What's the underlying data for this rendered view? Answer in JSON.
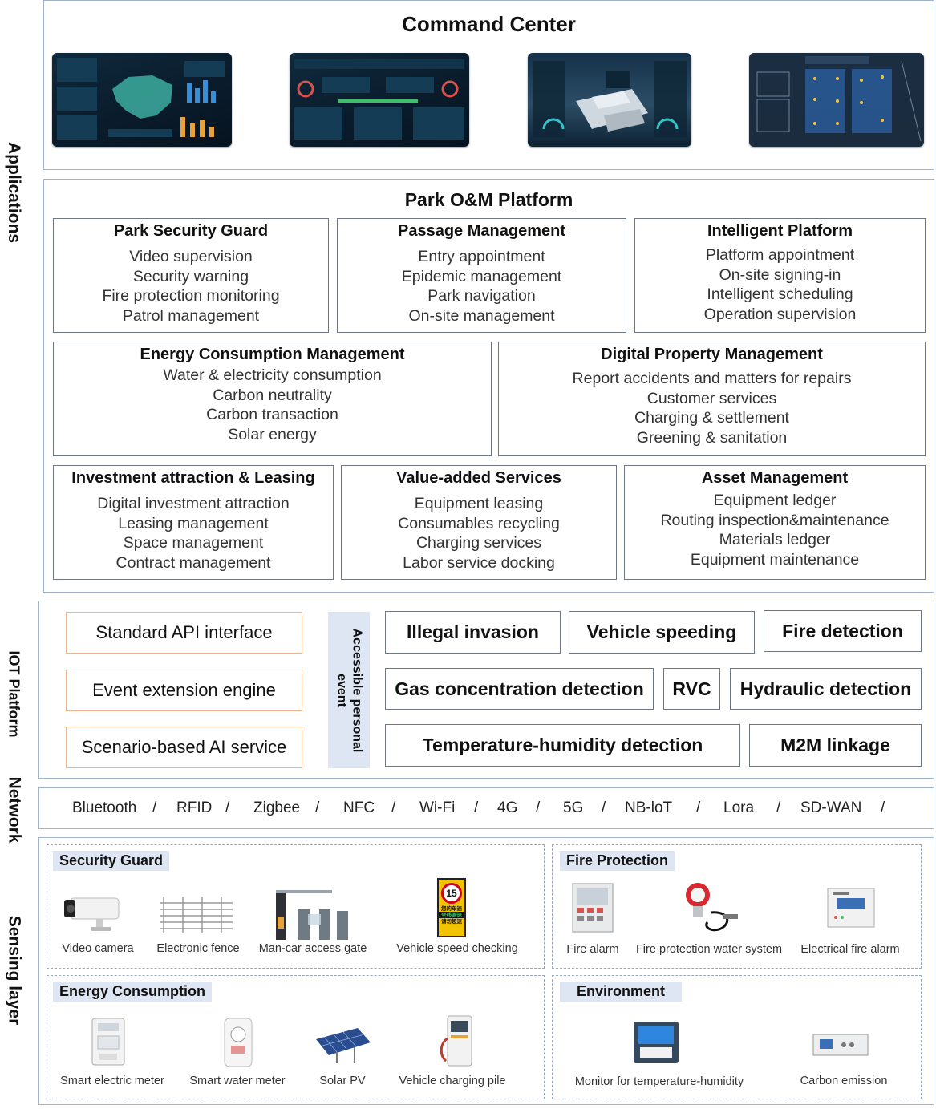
{
  "side_labels": {
    "applications": "Applications",
    "iot": "IOT Platform",
    "network": "Network",
    "sensing": "Sensing layer"
  },
  "command_center": {
    "title": "Command Center"
  },
  "om_platform": {
    "title": "Park O&M Platform",
    "modules": [
      {
        "title": "Park Security Guard",
        "items": [
          "Video supervision",
          "Security warning",
          "Fire protection monitoring",
          "Patrol management"
        ]
      },
      {
        "title": "Passage Management",
        "items": [
          "Entry appointment",
          "Epidemic management",
          "Park navigation",
          "On-site management"
        ]
      },
      {
        "title": "Intelligent Platform",
        "items": [
          "Platform appointment",
          "On-site signing-in",
          "Intelligent scheduling",
          "Operation supervision"
        ]
      },
      {
        "title": "Energy Consumption Management",
        "items": [
          "Water & electricity consumption",
          "Carbon neutrality",
          "Carbon transaction",
          "Solar energy"
        ]
      },
      {
        "title": "Digital Property Management",
        "items": [
          "Report accidents and matters for repairs",
          "Customer services",
          "Charging & settlement",
          "Greening & sanitation"
        ]
      },
      {
        "title": "Investment attraction & Leasing",
        "items": [
          "Digital investment attraction",
          "Leasing management",
          "Space management",
          "Contract management"
        ]
      },
      {
        "title": "Value-added Services",
        "items": [
          "Equipment leasing",
          "Consumables recycling",
          "Charging services",
          "Labor service docking"
        ]
      },
      {
        "title": "Asset Management",
        "items": [
          "Equipment ledger",
          "Routing inspection&maintenance",
          "Materials ledger",
          "Equipment maintenance"
        ]
      }
    ]
  },
  "iot_platform": {
    "services": [
      "Standard API interface",
      "Event extension engine",
      "Scenario-based AI service"
    ],
    "band_label_1": "Accessible personal",
    "band_label_2": "event",
    "events": [
      "Illegal invasion",
      "Vehicle speeding",
      "Fire detection",
      "Gas concentration detection",
      "RVC",
      "Hydraulic detection",
      "Temperature-humidity detection",
      "M2M linkage"
    ]
  },
  "network": {
    "protocols": [
      "Bluetooth",
      "RFID",
      "Zigbee",
      "NFC",
      "Wi-Fi",
      "4G",
      "5G",
      "NB-loT",
      "Lora",
      "SD-WAN"
    ],
    "separator": "/"
  },
  "sensing": {
    "security_guard": {
      "title": "Security Guard",
      "devices": [
        "Video camera",
        "Electronic fence",
        "Man-car access gate",
        "Vehicle speed  checking"
      ]
    },
    "fire_protection": {
      "title": "Fire Protection",
      "devices": [
        "Fire alarm",
        "Fire protection water system",
        "Electrical fire alarm"
      ]
    },
    "energy_consumption": {
      "title": "Energy Consumption",
      "devices": [
        "Smart electric meter",
        "Smart water meter",
        "Solar PV",
        "Vehicle charging pile"
      ]
    },
    "environment": {
      "title": "Environment",
      "devices": [
        "Monitor for temperature-humidity",
        "Carbon emission"
      ]
    },
    "speed_sign": {
      "number": "15",
      "line1": "您的车速",
      "line2": "全线测速",
      "line3": "请勿超速"
    }
  }
}
